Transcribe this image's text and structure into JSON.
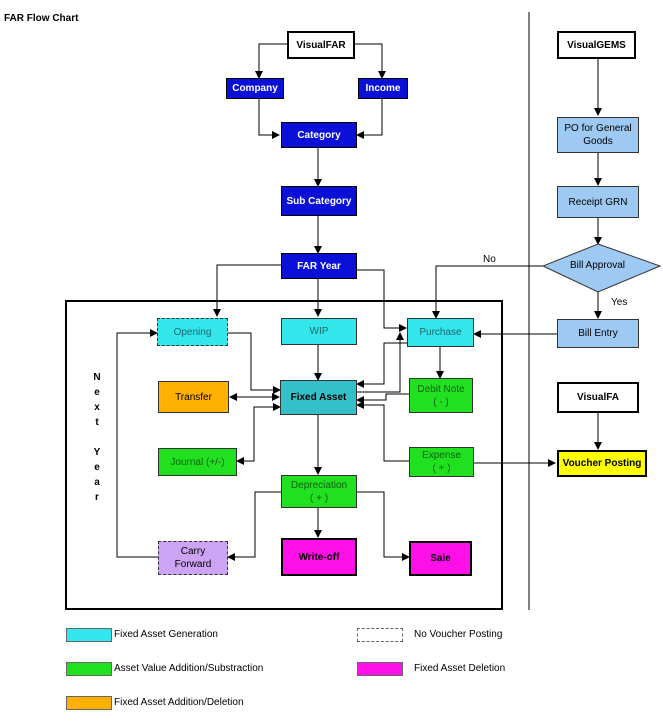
{
  "title": "FAR Flow Chart",
  "nodes": {
    "visualfar": "VisualFAR",
    "company": "Company",
    "income": "Income",
    "category": "Category",
    "sub_category": "Sub Category",
    "far_year": "FAR Year",
    "opening": "Opening",
    "wip": "WIP",
    "purchase": "Purchase",
    "transfer": "Transfer",
    "fixed_asset": "Fixed Asset",
    "debit_note_line1": "Debit Note",
    "debit_note_line2": "( - )",
    "journal": "Journal (+/-)",
    "expense_line1": "Expense",
    "expense_line2": "( + )",
    "depreciation_line1": "Depreciation",
    "depreciation_line2": "( + )",
    "carry_forward_line1": "Carry",
    "carry_forward_line2": "Forward",
    "write_off": "Write-off",
    "sale": "Sale",
    "visualgems": "VisualGEMS",
    "po_line1": "PO for General",
    "po_line2": "Goods",
    "receipt_grn": "Receipt GRN",
    "bill_approval": "Bill Approval",
    "bill_entry": "Bill Entry",
    "visualfa": "VisualFA",
    "voucher_posting": "Voucher Posting"
  },
  "edge_labels": {
    "no": "No",
    "yes": "Yes"
  },
  "next_year": [
    "N",
    "e",
    "x",
    "t",
    "",
    "Y",
    "e",
    "a",
    "r"
  ],
  "legend": [
    {
      "label": "Fixed Asset Generation",
      "color": "#33e6ec"
    },
    {
      "label": "No Voucher Posting",
      "color": "#ffffff"
    },
    {
      "label": "Asset Value Addition/Substraction",
      "color": "#20e020"
    },
    {
      "label": "Fixed Asset Deletion",
      "color": "#ff10e8"
    },
    {
      "label": "Fixed Asset Addition/Deletion",
      "color": "#ffb000"
    }
  ]
}
